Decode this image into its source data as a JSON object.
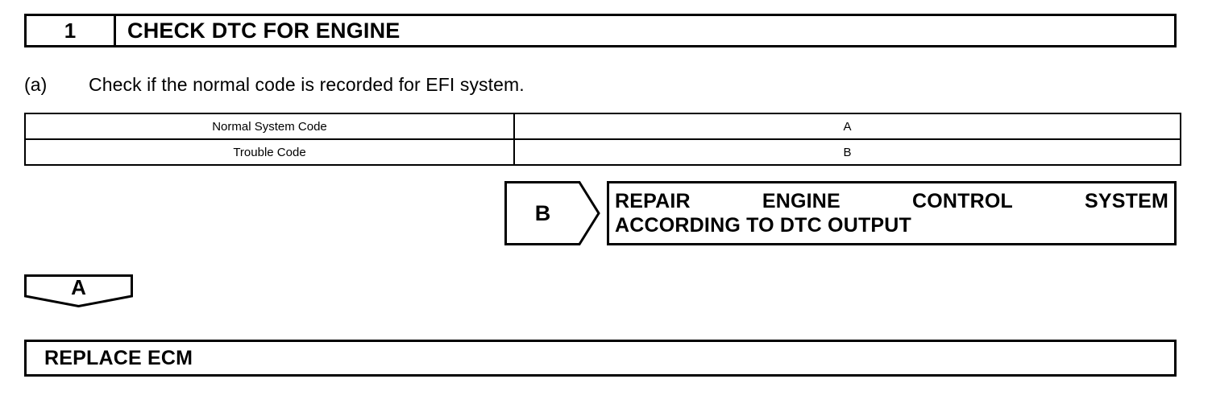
{
  "step": {
    "number": "1",
    "title": "CHECK DTC FOR ENGINE"
  },
  "instruction": {
    "marker": "(a)",
    "text": "Check if the normal code is recorded for EFI system."
  },
  "result_table": {
    "rows": [
      {
        "condition": "Normal System Code",
        "result": "A"
      },
      {
        "condition": "Trouble Code",
        "result": "B"
      }
    ]
  },
  "branch": {
    "tag": "B",
    "action_line_1_words": [
      "REPAIR",
      "ENGINE",
      "CONTROL",
      "SYSTEM"
    ],
    "action_line_2": "ACCORDING TO DTC OUTPUT"
  },
  "continuation": {
    "tag": "A"
  },
  "outcome": {
    "label": "REPLACE ECM"
  },
  "colors": {
    "ink": "#000000",
    "page": "#ffffff"
  }
}
